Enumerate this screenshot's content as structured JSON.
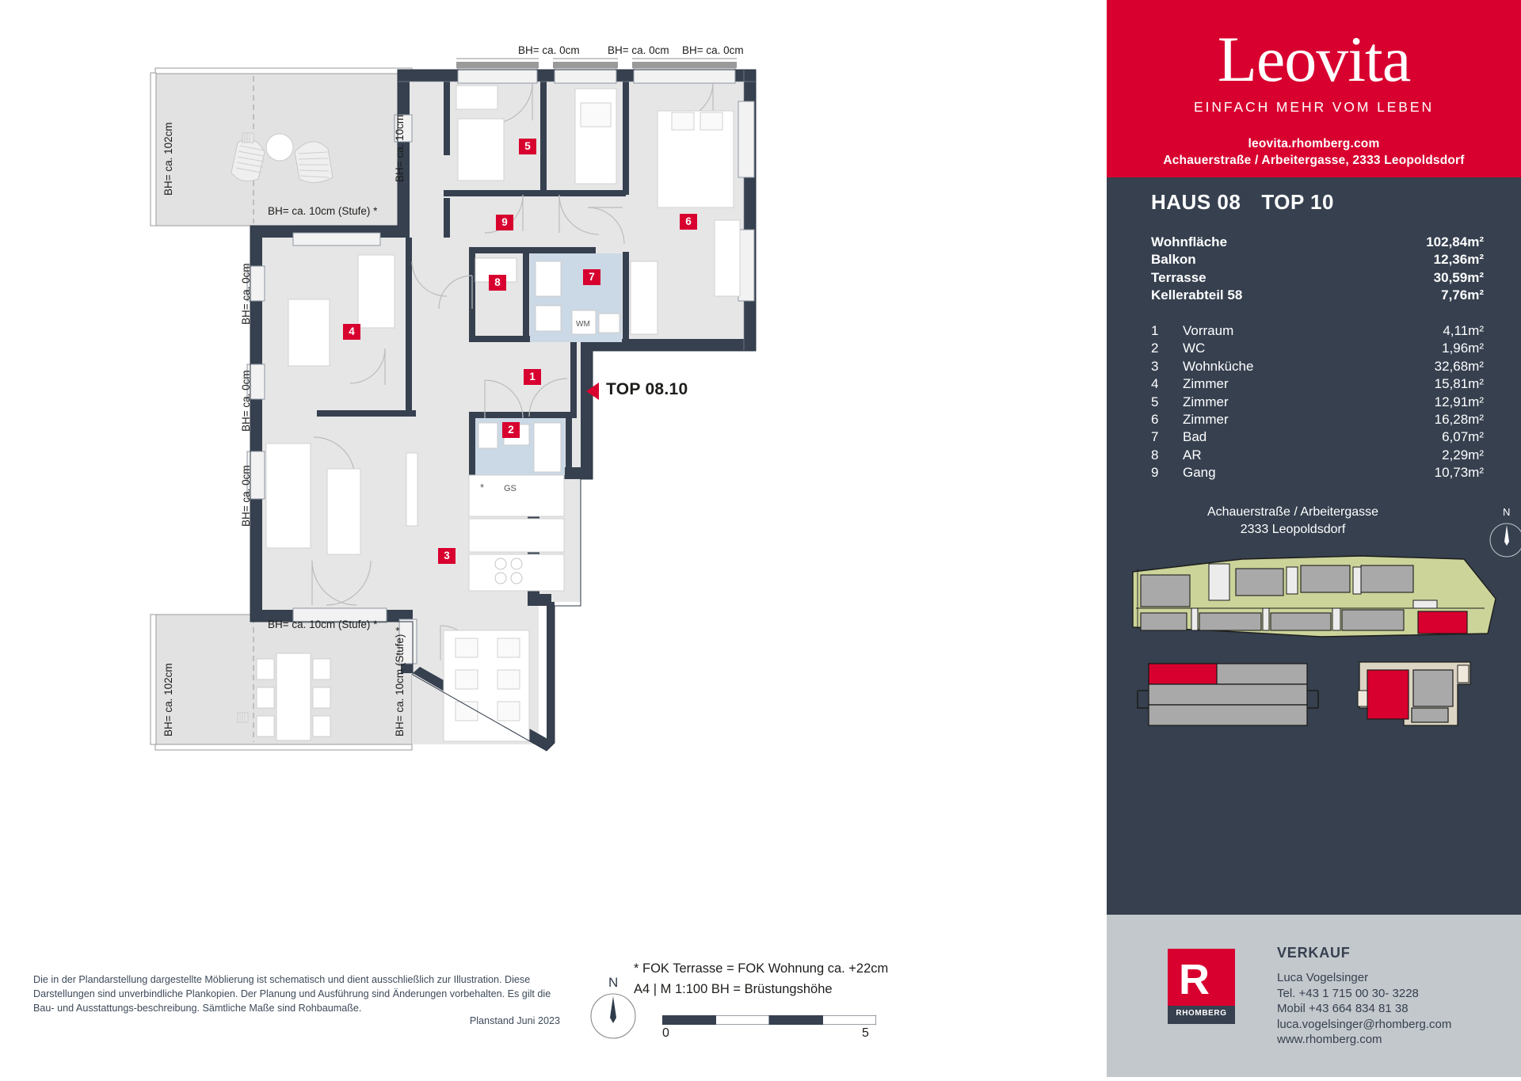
{
  "brand": {
    "name": "Leovita",
    "tagline": "EINFACH MEHR VOM LEBEN",
    "url": "leovita.rhomberg.com",
    "address": "Achauerstraße / Arbeitergasse, 2333 Leopoldsdorf",
    "accent_red": "#d8002f",
    "panel_dark": "#36404f",
    "panel_grey": "#c3c8cd"
  },
  "unit": {
    "house": "HAUS 08",
    "top": "TOP 10",
    "plan_callout": "TOP 08.10"
  },
  "areas": [
    {
      "label": "Wohnfläche",
      "value": "102,84m²"
    },
    {
      "label": "Balkon",
      "value": "12,36m²"
    },
    {
      "label": "Terrasse",
      "value": "30,59m²"
    },
    {
      "label": "Kellerabteil 58",
      "value": "7,76m²"
    }
  ],
  "rooms": [
    {
      "num": "1",
      "name": "Vorraum",
      "area": "4,11m²"
    },
    {
      "num": "2",
      "name": "WC",
      "area": "1,96m²"
    },
    {
      "num": "3",
      "name": "Wohnküche",
      "area": "32,68m²"
    },
    {
      "num": "4",
      "name": "Zimmer",
      "area": "15,81m²"
    },
    {
      "num": "5",
      "name": "Zimmer",
      "area": "12,91m²"
    },
    {
      "num": "6",
      "name": "Zimmer",
      "area": "16,28m²"
    },
    {
      "num": "7",
      "name": "Bad",
      "area": "6,07m²"
    },
    {
      "num": "8",
      "name": "AR",
      "area": "2,29m²"
    },
    {
      "num": "9",
      "name": "Gang",
      "area": "10,73m²"
    }
  ],
  "site": {
    "street": "Achauerstraße / Arbeitergasse",
    "city": "2333 Leopoldsdorf",
    "compass_label": "N"
  },
  "sales": {
    "heading": "VERKAUF",
    "contact_name": "Luca Vogelsinger",
    "phone": "Tel. +43 1 715 00 30- 3228",
    "mobile": "Mobil +43 664 834 81 38",
    "email": "luca.vogelsinger@rhomberg.com",
    "web": "www.rhomberg.com",
    "logo_text": "RHOMBERG",
    "logo_mark": "R"
  },
  "legend": {
    "fok_note": "* FOK Terrasse = FOK Wohnung ca. +22cm",
    "scale_line": "A4 | M 1:100   BH = Brüstungshöhe",
    "scale_min": "0",
    "scale_max": "5",
    "compass_label": "N"
  },
  "disclaimer": {
    "body": "Die in der Plandarstellung dargestellte Möblierung ist schematisch und dient ausschließlich zur Illustration. Diese Darstellungen sind unverbindliche Plankopien. Der Planung und Ausführung sind Änderungen vorbehalten. Es gilt die Bau- und Ausstattungs-beschreibung. Sämtliche Maße sind Rohbaumaße.",
    "planstand": "Planstand Juni 2023"
  },
  "plan_labels": {
    "bh_top_1": "BH= ca. 0cm",
    "bh_top_2": "BH= ca. 0cm",
    "bh_top_3": "BH= ca. 0cm",
    "bh_left_terrace_top": "BH= ca. 102cm",
    "bh_left_terrace_bottom": "BH= ca. 102cm",
    "bh_v_10cm": "BH= ca. 10cm",
    "bh_v_0cm_a": "BH= ca. 0cm",
    "bh_v_0cm_b": "BH= ca. 0cm",
    "bh_v_0cm_c": "BH= ca. 0cm",
    "bh_step_top": "BH= ca. 10cm (Stufe) *",
    "bh_step_bottom": "BH= ca. 10cm (Stufe) *",
    "bh_step_vert": "BH= ca. 10cm (Stufe) *",
    "appliance_sink": "*",
    "appliance_gs": "GS",
    "appliance_wm": "WM"
  }
}
